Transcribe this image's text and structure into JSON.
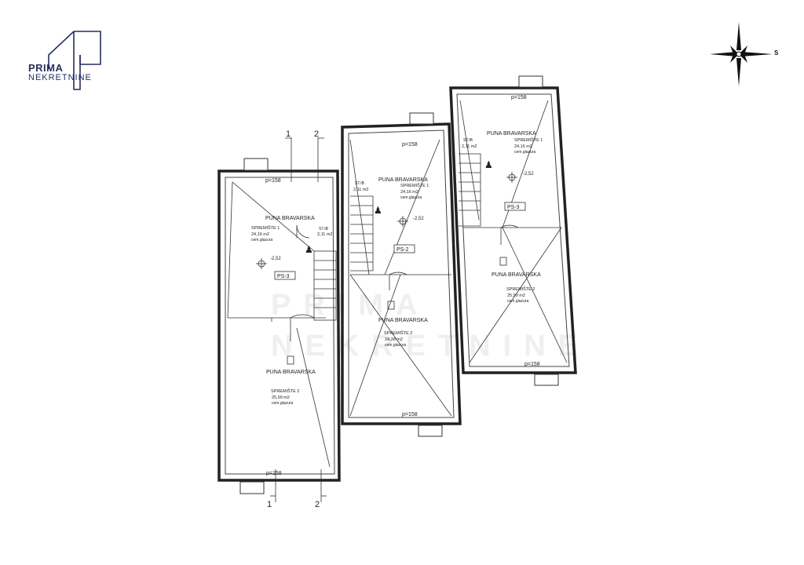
{
  "brand": {
    "line1": "PRIMA",
    "line2": "NEKRETNINE",
    "color": "#24305e"
  },
  "watermark": {
    "line1": "PRIMA",
    "line2": "NEKRETNINE"
  },
  "compass": {
    "icon": "compass-rose-icon",
    "label": "S"
  },
  "section_markers": {
    "m1": "1",
    "m2": "2"
  },
  "unit_left": {
    "p_top": "p=158",
    "p_bottom": "p=158",
    "door_1": "PUNA BRAVARSKA",
    "room_1_name": "SPREMIŠTE 1",
    "room_1_area": "24,16 m2",
    "room_1_floor": "cem.glazura",
    "stair_area_label": "ST.IB",
    "stair_area": "2,11 m2",
    "level": "-2,52",
    "partition": "PS-3",
    "door_2": "PUNA BRAVARSKA",
    "room_2_name": "SPREMIŠTE 2",
    "room_2_area": "25,99 m2",
    "room_2_floor": "cem.glazura"
  },
  "unit_mid": {
    "p_top": "p=158",
    "p_bottom": "p=158",
    "stair_area_label": "ST.IB",
    "stair_area": "2,11 m2",
    "door_1": "PUNA BRAVARSKA",
    "room_1_name": "SPREMIŠTE 1",
    "room_1_area": "24,16 m2",
    "room_1_floor": "cem.glazura",
    "level": "-2,52",
    "partition": "PS-2",
    "door_2": "PUNA BRAVARSKA",
    "room_2_name": "SPREMIŠTE 2",
    "room_2_area": "24,38 m2",
    "room_2_floor": "cem.glazura"
  },
  "unit_right": {
    "p_top": "p=158",
    "p_bottom": "p=158",
    "stair_area_label": "ST.IB",
    "stair_area": "2,11 m2",
    "door_1": "PUNA BRAVARSKA",
    "room_1_name": "SPREMIŠTE 1",
    "room_1_area": "24,16 m2",
    "room_1_floor": "cem.glazura",
    "level": "-2,52",
    "partition": "PS-3",
    "door_2": "PUNA BRAVARSKA",
    "room_2_name": "SPREMIŠTE 2",
    "room_2_area": "25,99 m2",
    "room_2_floor": "cem.glazura"
  }
}
